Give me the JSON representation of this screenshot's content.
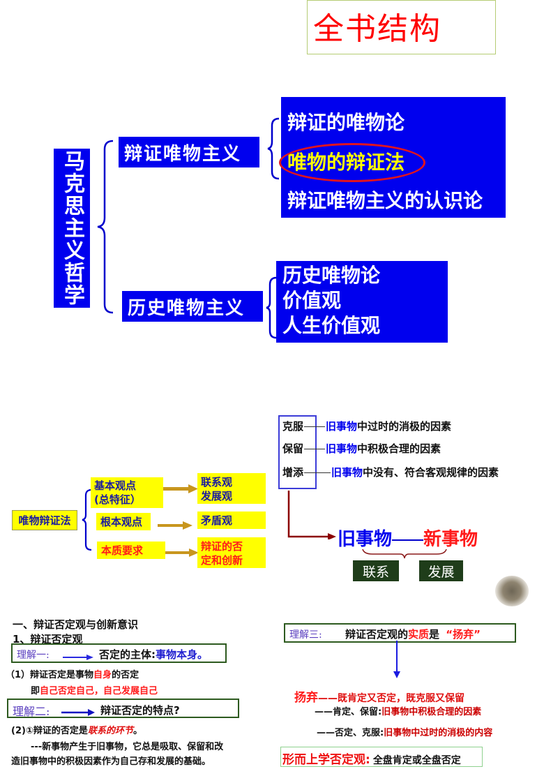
{
  "title": "全书结构",
  "tree": {
    "root": "马克思主义哲学",
    "branches": [
      {
        "label": "辩证唯物主义",
        "children": [
          {
            "label": "辩证的唯物论",
            "highlighted": false
          },
          {
            "label": "唯物的辩证法",
            "highlighted": true
          },
          {
            "label": "辩证唯物主义的认识论",
            "highlighted": false
          }
        ]
      },
      {
        "label": "历史唯物主义",
        "children": [
          {
            "label": "历史唯物论"
          },
          {
            "label": "价值观"
          },
          {
            "label": "人生价值观"
          }
        ]
      }
    ]
  },
  "dialectics": {
    "root": "唯物辩证法",
    "items": [
      {
        "label_line1": "基本观点",
        "label_line2": "(总特征）",
        "target_line1": "联系观",
        "target_line2": "发展观"
      },
      {
        "label_line1": "根本观点",
        "target_line1": "矛盾观"
      },
      {
        "label_line1": "本质要求",
        "target_line1": "辩证的否",
        "target_line2": "定和创新"
      }
    ]
  },
  "sublation": {
    "actions": [
      {
        "verb": "克服",
        "subject": "旧事物",
        "rest": "中过时的消极的因素"
      },
      {
        "verb": "保留",
        "subject": "旧事物",
        "rest": "中积极合理的因素"
      },
      {
        "verb": "增添",
        "subject": "旧事物",
        "rest": "中没有、符合客观规律的因素"
      }
    ],
    "old": "旧事物",
    "new": "新事物",
    "tags": [
      "联系",
      "发展"
    ]
  },
  "notes": {
    "heading1": "一、辩证否定观与创新意识",
    "heading2": "1、辩证否定观",
    "u1": {
      "tag": "理解一:",
      "label": "否定的主体:",
      "value": "事物本身。"
    },
    "p1_prefix": "（1）辩证否定是事物",
    "p1_red": "自身",
    "p1_suffix": "的否定",
    "p2_prefix": "即",
    "p2_red": "自己否定自己，自己发展自己",
    "u2": {
      "tag": "理解二:",
      "label": "辩证否定的特点?"
    },
    "p3_prefix": "(2)①辩证的否定是",
    "p3_red": "联系的环节",
    "p3_suffix": "。",
    "p4": "---新事物产生于旧事物，它总是吸取、保留和改",
    "p5": "造旧事物中的积极因素作为自己存和发展的基础。"
  },
  "essence": {
    "u3": {
      "tag": "理解三:",
      "prefix": "辩证否定观的",
      "red": "实质",
      "mid": "是",
      "quote": "“扬弃”"
    },
    "line1_red": "扬弃",
    "line1_rest": "——既肯定又否定，既克服又保留",
    "line2_label": "——肯定、保留:",
    "line2_value": "旧事物中积极合理的因素",
    "line3_label": "——否定、克服:",
    "line3_value": "旧事物中过时的消极的内容",
    "metaphysics_label": "形而上学否定观:",
    "metaphysics_value": "全盘肯定或全盘否定"
  },
  "colors": {
    "blue": "#0000ee",
    "yellow": "#ffff00",
    "red": "#ff1a1a",
    "darkgreen": "#1f3d1a",
    "arrow": "#b8860b",
    "maroon": "#8b0000"
  }
}
